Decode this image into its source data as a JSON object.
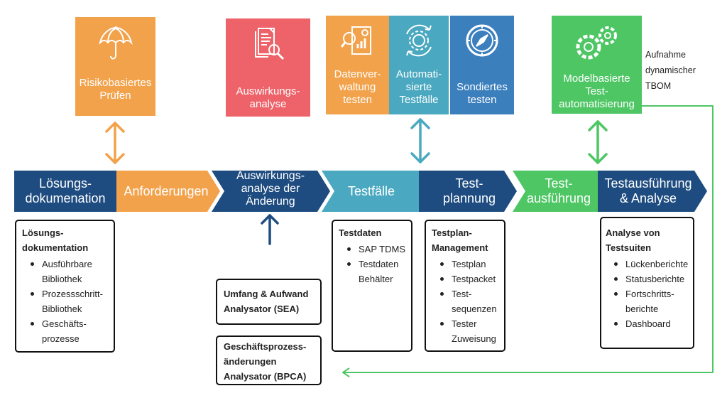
{
  "top_boxes": {
    "risiko": {
      "label": "Risikobasiertes\nPrüfen",
      "icon": "umbrella-icon",
      "color": "#F2A24B"
    },
    "auswirkung": {
      "label": "Auswirkungs-\nanalyse",
      "icon": "document-search-icon",
      "color": "#EE6369"
    },
    "datenverwaltung": {
      "label": "Datenver-\nwaltung\ntesten",
      "icon": "data-analysis-icon",
      "color": "#F2A24B"
    },
    "automatisiert": {
      "label": "Automati-\nsierte\nTestfälle",
      "icon": "gear-cycle-icon",
      "color": "#4AA8C0"
    },
    "sondiert": {
      "label": "Sondiertes\ntesten",
      "icon": "compass-icon",
      "color": "#3B7FBD"
    },
    "modelbasiert": {
      "label": "Modelbasierte\nTest-\nautomatisierung",
      "icon": "gears-icon",
      "color": "#4EC664"
    }
  },
  "side_note": "Aufnahme\ndynamischer\nTBOM",
  "stages": [
    {
      "label": "Lösungs-\ndokumenation",
      "color": "#1E4C80"
    },
    {
      "label": "Anforderungen",
      "color": "#F2A24B"
    },
    {
      "label": "Auswirkungs-\nanalyse der\nÄnderung",
      "color": "#1E4C80"
    },
    {
      "label": "Testfälle",
      "color": "#4AA8C0"
    },
    {
      "label": "Test-\nplannung",
      "color": "#1E4C80"
    },
    {
      "label": "Test-\nausführung",
      "color": "#4EC664"
    },
    {
      "label": "Testausführung\n& Analyse",
      "color": "#1E4C80"
    }
  ],
  "cards": {
    "loesung": {
      "title": "Lösungs-\ndokumentation",
      "items": [
        "Ausführbare\nBibliothek",
        "Prozessschritt-\nBibliothek",
        "Geschäfts-\nprozesse"
      ]
    },
    "testdaten": {
      "title": "Testdaten",
      "items": [
        "SAP TDMS",
        "Testdaten\nBehälter"
      ]
    },
    "testplan": {
      "title": "Testplan-\nManagement",
      "items": [
        "Testplan",
        "Testpacket",
        "Test-\nsequenzen",
        "Tester\nZuweisung"
      ]
    },
    "analyse": {
      "title": "Analyse von\nTestsuiten",
      "items": [
        "Lückenberichte",
        "Statusberichte",
        "Fortschritts-\nberichte",
        "Dashboard"
      ]
    },
    "sea": {
      "title": "Umfang & Aufwand\nAnalysator (SEA)"
    },
    "bpca": {
      "title": "Geschäftsprozess-\nänderungen\nAnalysator (BPCA)"
    }
  },
  "colors": {
    "orange": "#F2A24B",
    "teal": "#4AA8C0",
    "green": "#4EC664",
    "navy": "#1E4C80",
    "red": "#EE6369"
  }
}
